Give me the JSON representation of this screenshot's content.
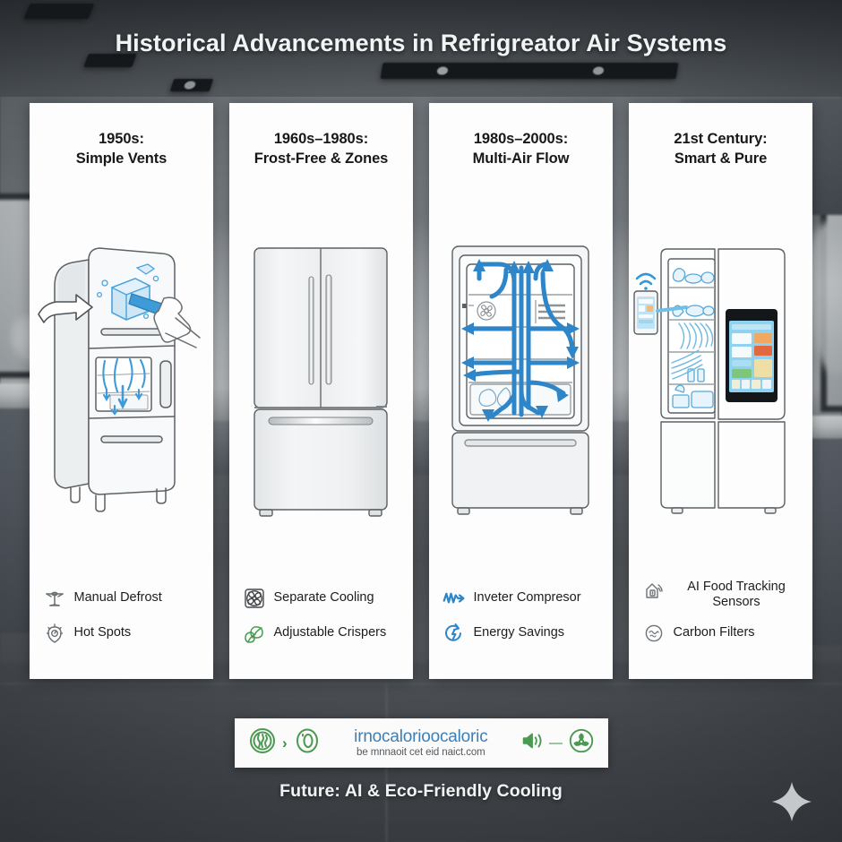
{
  "title": "Historical Advancements in Refrigreator Air Systems",
  "footer": "Future: AI & Eco-Friendly Cooling",
  "panels": [
    {
      "heading_line1": "1950s:",
      "heading_line2": "Simple Vents",
      "illustration": "retro-fridge-ice-chipping",
      "features": [
        {
          "label": "Manual Defrost",
          "icon": "defrost-tool-icon",
          "color": "#6b7073"
        },
        {
          "label": "Hot Spots",
          "icon": "thermometer-gauge-icon",
          "color": "#6b7073"
        }
      ]
    },
    {
      "heading_line1": "1960s–1980s:",
      "heading_line2": "Frost-Free & Zones",
      "illustration": "french-door-stainless-fridge",
      "features": [
        {
          "label": "Separate Cooling",
          "icon": "fan-icon",
          "color": "#44484b"
        },
        {
          "label": "Adjustable Crispers",
          "icon": "leaf-icon",
          "color": "#4c9a52"
        }
      ]
    },
    {
      "heading_line1": "1980s–2000s:",
      "heading_line2": "Multi-Air Flow",
      "illustration": "open-fridge-multi-airflow",
      "features": [
        {
          "label": "Inveter Compresor",
          "icon": "wave-arrow-icon",
          "color": "#2e86c8"
        },
        {
          "label": "Energy Savings",
          "icon": "energy-circle-icon",
          "color": "#2e86c8"
        }
      ]
    },
    {
      "heading_line1": "21st Century:",
      "heading_line2": "Smart & Pure",
      "illustration": "smart-fridge-touchscreen-phone",
      "features": [
        {
          "label": "AI Food Tracking Sensors",
          "icon": "smart-sensor-icon",
          "color": "#6e7377"
        },
        {
          "label": "Carbon Filters",
          "icon": "carbon-filter-icon",
          "color": "#6e7377"
        }
      ]
    }
  ],
  "badge": {
    "text_main": "irnocalorioocaloric",
    "text_sub": "be mnnaoit cet eid naict.com",
    "left_icon": "energy-coin-icon",
    "arrow": "›",
    "right_icon_1": "zero-coin-icon",
    "dash": "—",
    "speaker_icon": "speaker-icon",
    "recycle_icon": "recycle-leaf-icon"
  },
  "colors": {
    "accent_blue": "#2e86c8",
    "accent_green": "#4c9a52",
    "badge_blue": "#3d7fb5",
    "panel_bg": "#fdfdfd",
    "bg_dark": "#4a4e52"
  },
  "decorations": {
    "sparkle": "four-point-star-icon"
  }
}
